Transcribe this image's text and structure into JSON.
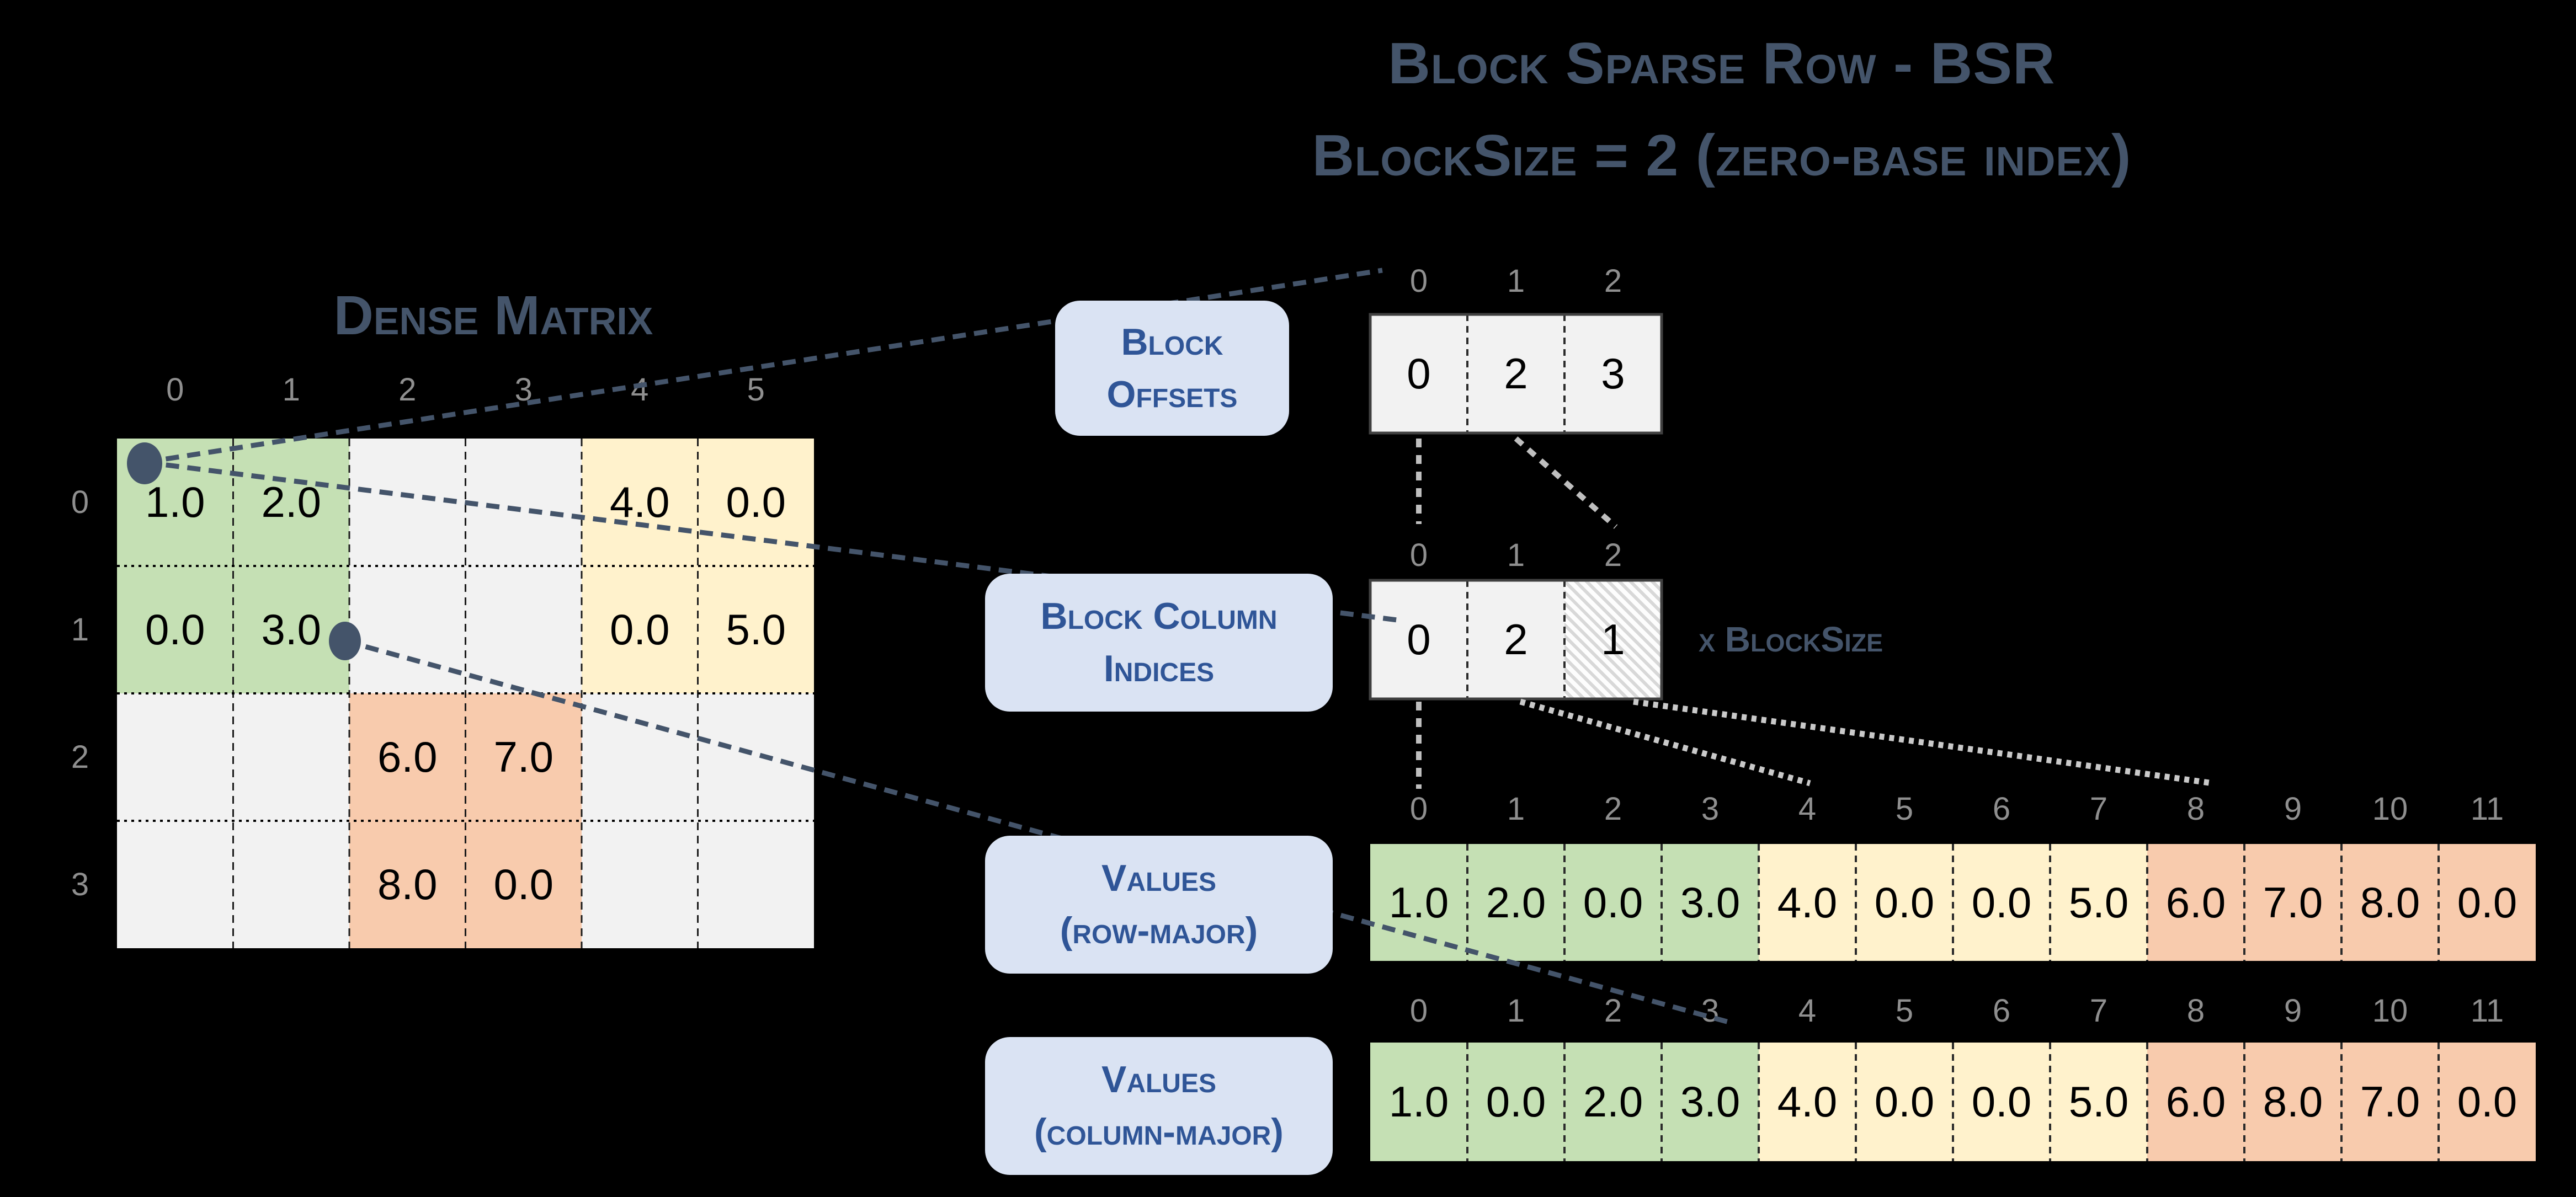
{
  "title": {
    "line1": "Block Sparse Row - BSR",
    "line2": "BlockSize = 2 (zero-base index)"
  },
  "dense": {
    "title": "Dense Matrix",
    "col_labels": [
      "0",
      "1",
      "2",
      "3",
      "4",
      "5"
    ],
    "row_labels": [
      "0",
      "1",
      "2",
      "3"
    ],
    "cells": [
      [
        "1.0",
        "2.0",
        "",
        "",
        "4.0",
        "0.0"
      ],
      [
        "0.0",
        "3.0",
        "",
        "",
        "0.0",
        "5.0"
      ],
      [
        "",
        "",
        "6.0",
        "7.0",
        "",
        ""
      ],
      [
        "",
        "",
        "8.0",
        "0.0",
        "",
        ""
      ]
    ]
  },
  "offsets": {
    "label1": "Block",
    "label2": "Offsets",
    "indices": [
      "0",
      "1",
      "2"
    ],
    "values": [
      "0",
      "2",
      "3"
    ]
  },
  "bci": {
    "label1": "Block Column",
    "label2": "Indices",
    "indices": [
      "0",
      "1",
      "2"
    ],
    "values": [
      "0",
      "2",
      "1"
    ],
    "note": "x BlockSize"
  },
  "values_rm": {
    "label1": "Values",
    "label2": "(row-major)",
    "indices": [
      "0",
      "1",
      "2",
      "3",
      "4",
      "5",
      "6",
      "7",
      "8",
      "9",
      "10",
      "11"
    ],
    "values": [
      "1.0",
      "2.0",
      "0.0",
      "3.0",
      "4.0",
      "0.0",
      "0.0",
      "5.0",
      "6.0",
      "7.0",
      "8.0",
      "0.0"
    ]
  },
  "values_cm": {
    "label1": "Values",
    "label2": "(column-major)",
    "indices": [
      "0",
      "1",
      "2",
      "3",
      "4",
      "5",
      "6",
      "7",
      "8",
      "9",
      "10",
      "11"
    ],
    "values": [
      "1.0",
      "0.0",
      "2.0",
      "3.0",
      "4.0",
      "0.0",
      "0.0",
      "5.0",
      "6.0",
      "8.0",
      "7.0",
      "0.0"
    ]
  },
  "colors": {
    "background": "#000000",
    "slate_accent": "#44546A",
    "label_box_bg": "#DAE3F3",
    "label_box_text": "#2F5597",
    "block_green": "#C5E0B4",
    "block_yellow": "#FFF2CC",
    "block_orange": "#F8CBAD",
    "cell_gray": "#F2F2F2",
    "index_gray": "#8F8F8F"
  }
}
